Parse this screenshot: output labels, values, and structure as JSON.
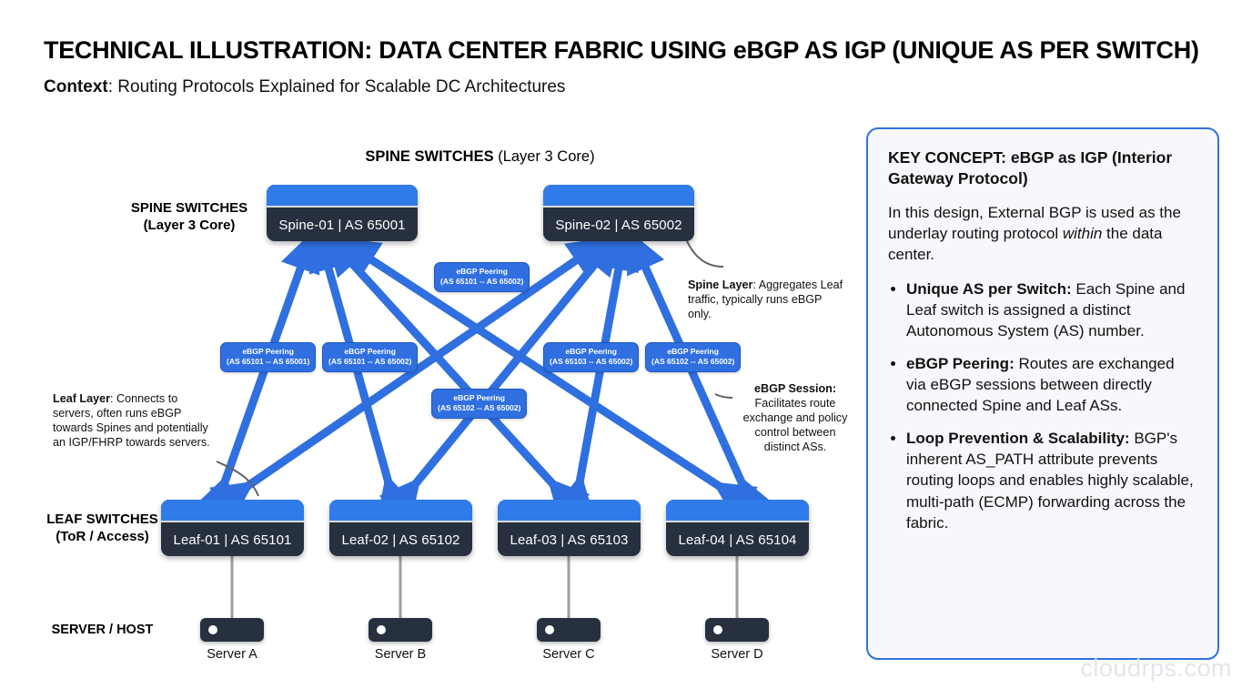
{
  "header": {
    "title": "TECHNICAL ILLUSTRATION: DATA CENTER FABRIC USING eBGP AS IGP (UNIQUE AS PER SWITCH)",
    "context_label": "Context",
    "context_sep": ": ",
    "context_text": "Routing Protocols Explained for Scalable DC Architectures"
  },
  "diagram": {
    "stage_heading_bold": "SPINE SWITCHES",
    "stage_heading_rest": " (Layer 3 Core)",
    "row_labels": {
      "spine_line1": "SPINE SWITCHES",
      "spine_line2": "(Layer 3 Core)",
      "leaf_line1": "LEAF SWITCHES",
      "leaf_line2": "(ToR / Access)",
      "server": "SERVER / HOST"
    },
    "spines": [
      {
        "label": "Spine-01 | AS 65001",
        "name": "Spine-01",
        "as": "65001"
      },
      {
        "label": "Spine-02 | AS 65002",
        "name": "Spine-02",
        "as": "65002"
      }
    ],
    "leaves": [
      {
        "label": "Leaf-01 | AS 65101",
        "name": "Leaf-01",
        "as": "65101"
      },
      {
        "label": "Leaf-02 | AS 65102",
        "name": "Leaf-02",
        "as": "65102"
      },
      {
        "label": "Leaf-03 | AS 65103",
        "name": "Leaf-03",
        "as": "65103"
      },
      {
        "label": "Leaf-04 | AS 65104",
        "name": "Leaf-04",
        "as": "65104"
      }
    ],
    "servers": [
      {
        "caption": "Server A"
      },
      {
        "caption": "Server B"
      },
      {
        "caption": "Server C"
      },
      {
        "caption": "Server D"
      }
    ],
    "peering_labels": [
      {
        "title": "eBGP Peering",
        "pair": "(AS 65101 -- AS 65002)"
      },
      {
        "title": "eBGP Peering",
        "pair": "(AS 65101 -- AS 65001)"
      },
      {
        "title": "eBGP Peering",
        "pair": "(AS 65101 -- AS 65002)"
      },
      {
        "title": "eBGP Peering",
        "pair": "(AS 65103 -- AS 65002)"
      },
      {
        "title": "eBGP Peering",
        "pair": "(AS 65102 -- AS 65002)"
      },
      {
        "title": "eBGP Peering",
        "pair": "(AS 65102 -- AS 65002)"
      }
    ],
    "notes": {
      "spine_bold": "Spine Layer",
      "spine_text": ": Aggregates Leaf traffic, typically runs eBGP only.",
      "session_bold": "eBGP Session:",
      "session_text": " Facilitates route exchange and policy control between distinct ASs.",
      "leaf_bold": "Leaf Layer",
      "leaf_text": ": Connects to servers, often runs eBGP towards Spines and potentially an IGP/FHRP towards servers."
    },
    "colors": {
      "arrow": "#2f6fe0",
      "node_body": "#27303f",
      "node_cap": "#2f7bea",
      "panel_border": "#2f72d8"
    }
  },
  "panel": {
    "heading": "KEY CONCEPT: eBGP as IGP (Interior Gateway Protocol)",
    "lead_part1": "In this design, External BGP is used as the underlay routing protocol ",
    "lead_emphasis": "within",
    "lead_part2": " the data center.",
    "bullets": [
      {
        "bold": "Unique AS per Switch:",
        "text": " Each Spine and Leaf switch is assigned a distinct Autonomous System (AS) number."
      },
      {
        "bold": "eBGP Peering:",
        "text": " Routes are exchanged via eBGP sessions between directly connected Spine and Leaf ASs."
      },
      {
        "bold": "Loop Prevention & Scalability:",
        "text": " BGP's inherent AS_PATH attribute prevents routing loops and enables highly scalable, multi-path (ECMP) forwarding across the fabric."
      }
    ]
  },
  "watermark": "cloudrps.com"
}
